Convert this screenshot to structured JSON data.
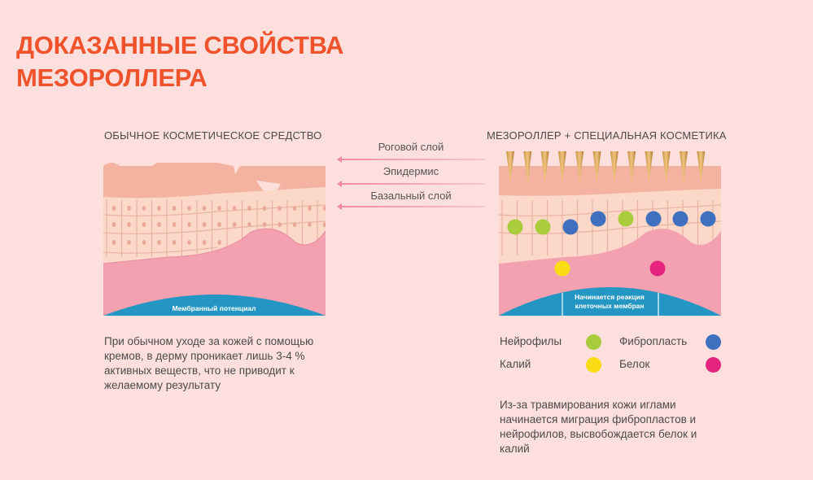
{
  "heading": {
    "line1": "ДОКАЗАННЫЕ СВОЙСТВА",
    "line2": "МЕЗОРОЛЛЕРА"
  },
  "left_panel": {
    "caption": "ОБЫЧНОЕ КОСМЕТИЧЕСКОЕ СРЕДСТВО",
    "membrane_label": "Мембранный потенциал",
    "description": "При обычном уходе за кожей с помощью кремов, в дерму проникает лишь 3-4 % активных веществ, что не приводит к желаемому результату"
  },
  "right_panel": {
    "caption": "МЕЗОРОЛЛЕР + СПЕЦИАЛЬНАЯ КОСМЕТИКА",
    "reaction_label_line1": "Начинается реакция",
    "reaction_label_line2": "клеточных мембран",
    "description": "Из-за травмирования кожи иглами начинается миграция фибропластов и нейрофилов, высвобождается белок и калий"
  },
  "layers": {
    "stratum_corneum": "Роговой слой",
    "epidermis": "Эпидермис",
    "basal_layer": "Базальный слой"
  },
  "legend": [
    {
      "label": "Нейрофилы",
      "color": "#a8cc3c"
    },
    {
      "label": "Фибропласть",
      "color": "#3f6fbf"
    },
    {
      "label": "Калий",
      "color": "#f9dc12"
    },
    {
      "label": "Белок",
      "color": "#e5247f"
    }
  ],
  "colors": {
    "title": "#f0522c",
    "horny_layer": "#f3b3a0",
    "epidermis_cells": "#fbd8c8",
    "dermis": "#f3a0b1",
    "membrane": "#2496c4"
  }
}
